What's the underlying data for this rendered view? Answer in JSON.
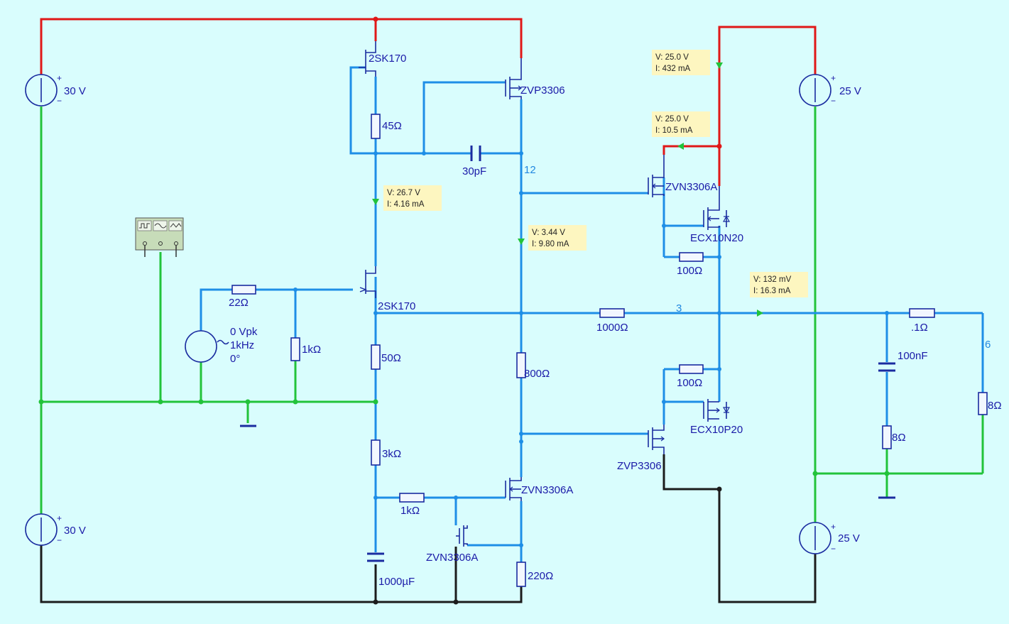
{
  "supplies": {
    "top_left": "30 V",
    "bottom_left": "30 V",
    "top_right": "25 V",
    "bottom_right": "25 V"
  },
  "transistors": {
    "q_jfet_top": "2SK170",
    "q_jfet_bottom": "2SK170",
    "q_pmos_top": "ZVP3306",
    "q_nmos_cs": "ZVN3306A",
    "q_nmos_bias": "ZVN3306A",
    "q_nmos_drv": "ZVN3306A",
    "q_pmos_drv": "ZVP3306",
    "q_out_n": "ECX10N20",
    "q_out_p": "ECX10P20"
  },
  "passives": {
    "r_45": "45Ω",
    "c_30p": "30pF",
    "r_22": "22Ω",
    "r_1k_in": "1kΩ",
    "r_50": "50Ω",
    "r_800": "800Ω",
    "r_3k": "3kΩ",
    "r_1k_b": "1kΩ",
    "c_1000u": "1000µF",
    "r_220": "220Ω",
    "r_1000": "1000Ω",
    "r_100_top": "100Ω",
    "r_100_bot": "100Ω",
    "r_01": ".1Ω",
    "c_100n": "100nF",
    "r_8_zobel": "8Ω",
    "r_8_load": "8Ω"
  },
  "signal_source": {
    "amplitude": "0 Vpk",
    "frequency": "1kHz",
    "phase": "0°"
  },
  "nets": {
    "n12": "12",
    "n3": "3",
    "n6": "6"
  },
  "probes": [
    {
      "v": "V: 25.0 V",
      "i": "I: 432 mA"
    },
    {
      "v": "V: 25.0 V",
      "i": "I: 10.5 mA"
    },
    {
      "v": "V: 26.7 V",
      "i": "I: 4.16 mA"
    },
    {
      "v": "V: 3.44 V",
      "i": "I: 9.80 mA"
    },
    {
      "v": "V: 132 mV",
      "i": "I: 16.3 mA"
    }
  ],
  "colors": {
    "background": "#d9fdfd",
    "wire_signal": "#1e8ee6",
    "wire_ground": "#22c33a",
    "wire_positive": "#e01818",
    "wire_negative": "#1c1c1c",
    "label": "#1a1aa8",
    "probe_box": "#fdf6c0"
  }
}
